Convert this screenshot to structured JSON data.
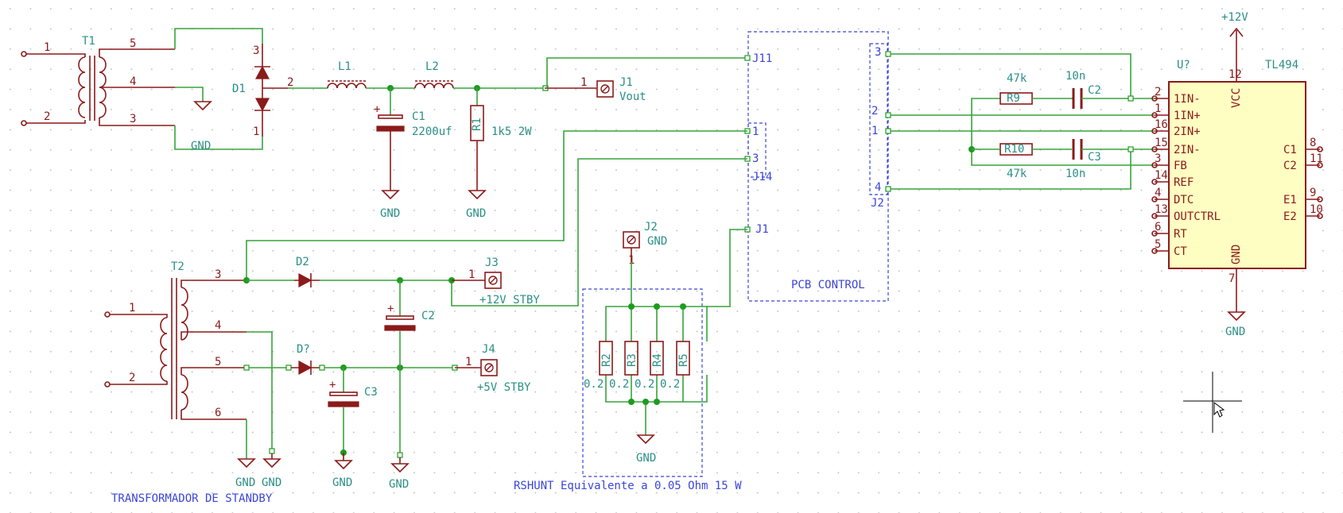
{
  "power_labels": {
    "vcc": "+12V"
  },
  "gnd_label": "GND",
  "transformers": {
    "t1": {
      "ref": "T1",
      "pins": [
        "1",
        "2",
        "5",
        "4",
        "3"
      ]
    },
    "t2": {
      "ref": "T2",
      "pins": [
        "1",
        "2",
        "3",
        "4",
        "5",
        "6"
      ]
    }
  },
  "components": {
    "d1": {
      "ref": "D1",
      "pins": [
        "3",
        "2",
        "1"
      ]
    },
    "l1": {
      "ref": "L1"
    },
    "l2": {
      "ref": "L2"
    },
    "c1": {
      "ref": "C1",
      "value": "2200uf"
    },
    "r1": {
      "ref": "R1",
      "value": "1k5 2W"
    },
    "j1": {
      "ref": "J1",
      "value": "Vout",
      "pin": "1"
    },
    "d2": {
      "ref": "D2"
    },
    "dq": {
      "ref": "D?"
    },
    "c2b": {
      "ref": "C2"
    },
    "c3b": {
      "ref": "C3"
    },
    "j3": {
      "ref": "J3",
      "value": "+12V STBY",
      "pin": "1"
    },
    "j4": {
      "ref": "J4",
      "value": "+5V STBY",
      "pin": "1"
    },
    "j2": {
      "ref": "J2",
      "value": "GND",
      "pin": "1"
    },
    "shunts": [
      {
        "ref": "R2",
        "value": "0.2"
      },
      {
        "ref": "R3",
        "value": "0.2"
      },
      {
        "ref": "R4",
        "value": "0.2"
      },
      {
        "ref": "R5",
        "value": "0.2"
      }
    ],
    "r9": {
      "ref": "R9",
      "value": "47k"
    },
    "r10": {
      "ref": "R10",
      "value": "47k"
    },
    "c2t": {
      "ref": "C2",
      "value": "10n"
    },
    "c3t": {
      "ref": "C3",
      "value": "10n"
    }
  },
  "pcb_control": {
    "title": "PCB CONTROL",
    "left_ports": [
      "J11",
      "1",
      "3",
      "J14",
      "J1"
    ],
    "right_ports": [
      "3",
      "2",
      "1",
      "4",
      "J2"
    ]
  },
  "tl494": {
    "ref": "U?",
    "name": "TL494",
    "left_pins": [
      {
        "num": "2",
        "name": "1IN-"
      },
      {
        "num": "1",
        "name": "1IN+"
      },
      {
        "num": "16",
        "name": "2IN+"
      },
      {
        "num": "15",
        "name": "2IN-"
      },
      {
        "num": "3",
        "name": "FB"
      },
      {
        "num": "14",
        "name": "REF"
      },
      {
        "num": "4",
        "name": "DTC"
      },
      {
        "num": "13",
        "name": "OUTCTRL"
      },
      {
        "num": "6",
        "name": "RT"
      },
      {
        "num": "5",
        "name": "CT"
      }
    ],
    "right_pins": [
      {
        "num": "8",
        "name": "C1"
      },
      {
        "num": "11",
        "name": "C2"
      },
      {
        "num": "9",
        "name": "E1"
      },
      {
        "num": "10",
        "name": "E2"
      }
    ],
    "vcc": {
      "num": "12",
      "name": "VCC"
    },
    "gnd": {
      "num": "7",
      "name": "GND"
    }
  },
  "notes": {
    "standby": "TRANSFORMADOR DE STANDBY",
    "rshunt": "RSHUNT Equivalente a 0.05 Ohm 15 W"
  }
}
